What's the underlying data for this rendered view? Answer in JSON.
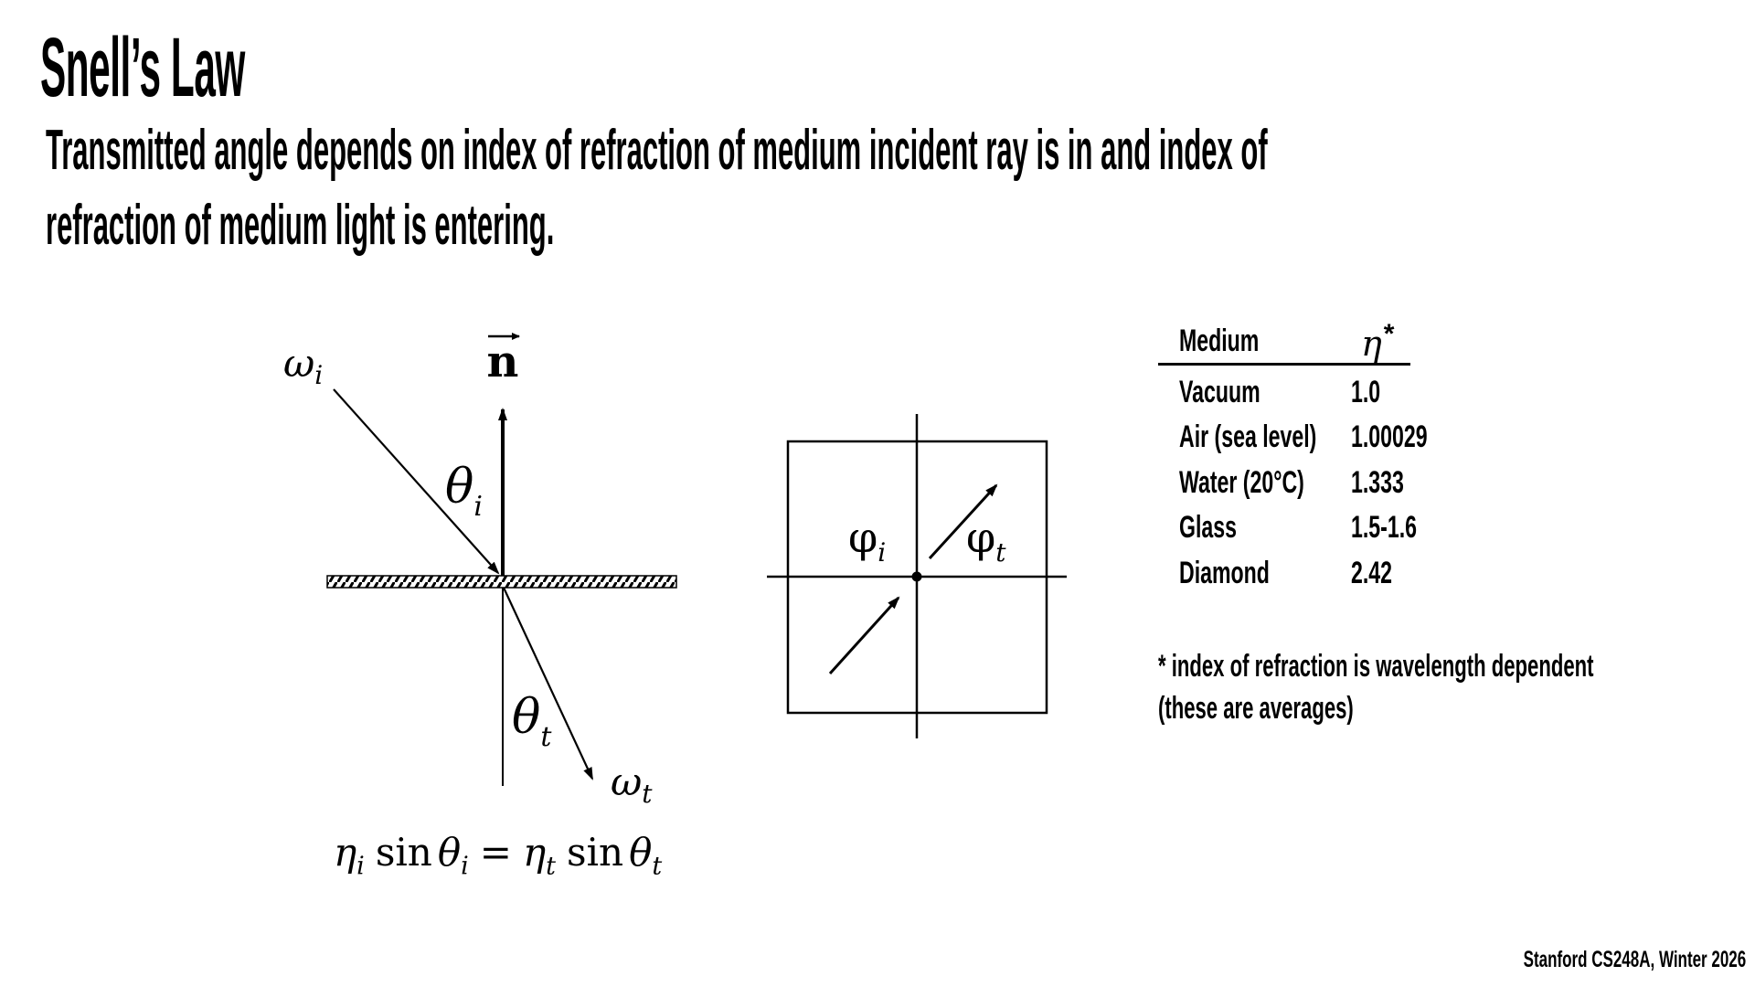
{
  "slide": {
    "title": "Snell’s Law",
    "subtitle_line1": "Transmitted angle depends on index of refraction of medium incident ray is in and index of",
    "subtitle_line2": "refraction of medium light is entering.",
    "footer": "Stanford CS248A, Winter 2026"
  },
  "incidence_diagram": {
    "omega": "ω",
    "n_label": "n",
    "theta": "θ",
    "sub_i": "i",
    "sub_t": "t"
  },
  "azimuth_diagram": {
    "phi": "φ",
    "sub_i": "i",
    "sub_t": "t"
  },
  "formula": {
    "eta": "η",
    "sin": "sin",
    "theta": "θ",
    "equals": "=",
    "sub_i": "i",
    "sub_t": "t"
  },
  "table": {
    "header_medium": "Medium",
    "header_eta": "η",
    "header_star": "*",
    "rows": [
      {
        "medium": "Vacuum",
        "eta": "1.0"
      },
      {
        "medium": "Air (sea level)",
        "eta": "1.00029"
      },
      {
        "medium": "Water (20°C)",
        "eta": "1.333"
      },
      {
        "medium": "Glass",
        "eta": "1.5-1.6"
      },
      {
        "medium": "Diamond",
        "eta": "2.42"
      }
    ],
    "footnote_line1": "* index of refraction is wavelength dependent",
    "footnote_line2": "(these are averages)"
  }
}
